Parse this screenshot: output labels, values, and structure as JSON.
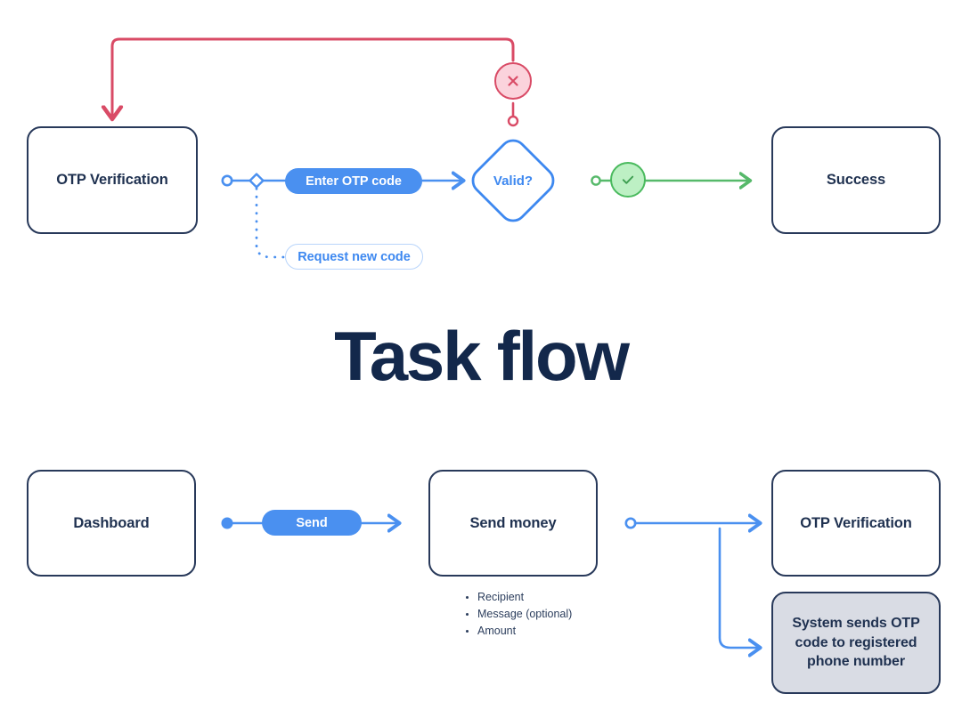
{
  "title": "Task flow",
  "colors": {
    "node_border": "#28395a",
    "node_text": "#1f3150",
    "blue": "#4a90f0",
    "blue_text": "#3d88f0",
    "blue_outline": "#b9d5fb",
    "red": "#d94b66",
    "red_fill": "#fbd3dc",
    "green": "#4aba5e",
    "green_fill": "#bdf0c4",
    "gray_fill": "#d9dce4",
    "title_text": "#13284b"
  },
  "top_flow": {
    "name": "otp-verification-flow",
    "nodes": {
      "otp_verification": "OTP Verification",
      "success": "Success"
    },
    "decision": {
      "label": "Valid?"
    },
    "actions": {
      "enter_otp": "Enter OTP code",
      "request_new_code": "Request new code"
    },
    "badges": {
      "invalid_icon": "close-x-icon",
      "valid_icon": "check-icon"
    }
  },
  "bottom_flow": {
    "name": "send-money-flow",
    "nodes": {
      "dashboard": "Dashboard",
      "send_money": "Send money",
      "otp_verification": "OTP Verification",
      "system_note": "System sends OTP code to registered phone number"
    },
    "actions": {
      "send": "Send"
    },
    "requirements": [
      "Recipient",
      "Message (optional)",
      "Amount"
    ]
  }
}
